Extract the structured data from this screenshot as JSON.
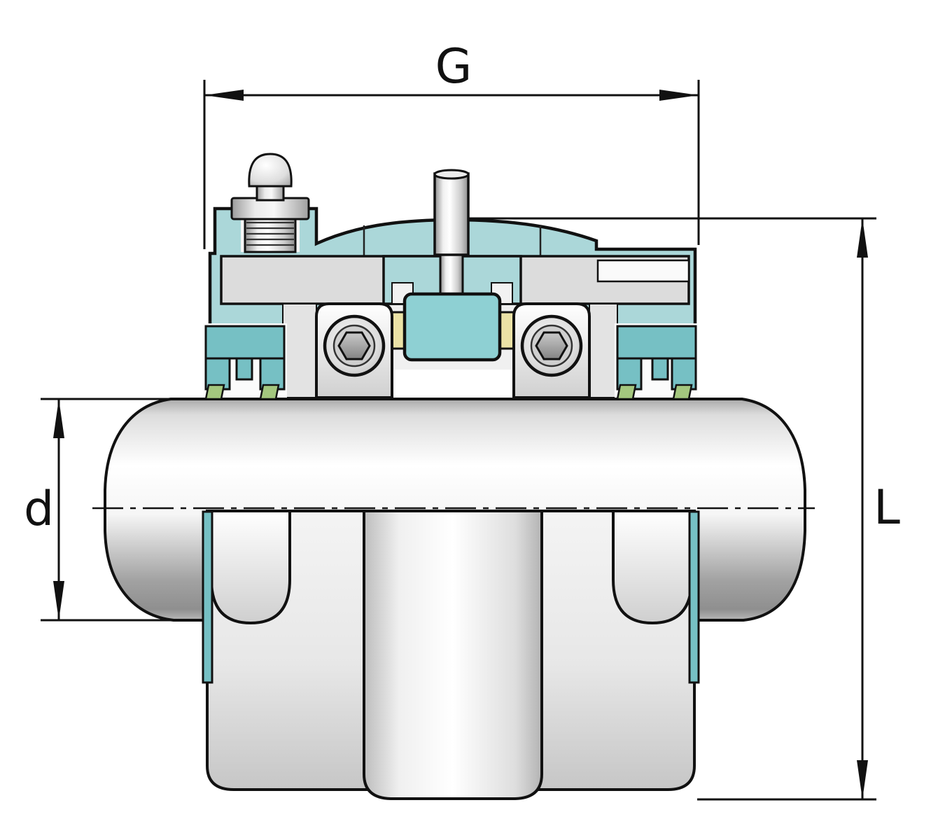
{
  "diagram": {
    "labels": {
      "g": "G",
      "d": "d",
      "l": "L"
    },
    "colors": {
      "housing_teal": "#abd7d9",
      "seal_teal": "#76c0c4",
      "roller_teal": "#8ed0d3",
      "seal_green": "#a4c77e",
      "spacer_yellow": "#ebe2a6",
      "metal_light": "#e6e6e6",
      "outline": "#111111",
      "background": "#ffffff"
    }
  }
}
